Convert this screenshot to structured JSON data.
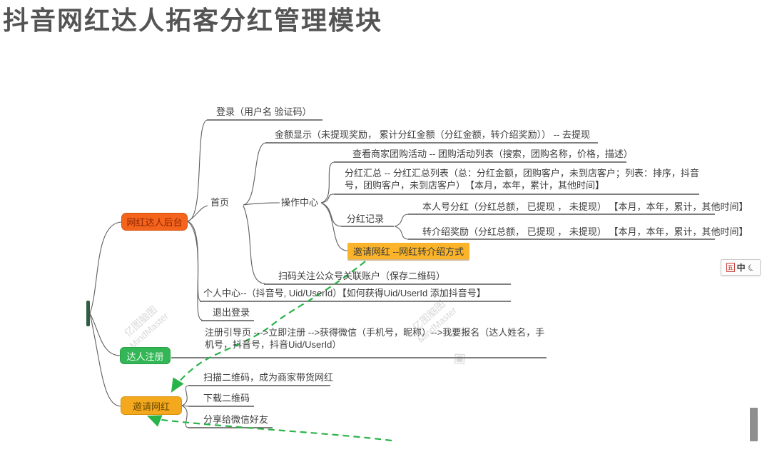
{
  "title": "抖音网红达人拓客分红管理模块",
  "watermark": {
    "cn": "亿图脑图",
    "en": "MindMaster",
    "logo": "◈"
  },
  "ime": {
    "layout_icon": "五",
    "lang": "中",
    "moon": "☾"
  },
  "colors": {
    "backstage_bg": "#F4641D",
    "register_bg": "#33B655",
    "invite_bg": "#F3A81D",
    "highlight_bg": "#FBB429",
    "branch_line": "#5f5f5f",
    "relation_arrow": "#29B449",
    "title_text": "#545454"
  },
  "nodes": {
    "backstage": "网红达人后台",
    "login": "登录（用户名 验证码）",
    "home": "首页",
    "amount": "金额显示（未提现奖励， 累计分红金额（分红金额，转介绍奖励）） -- 去提现",
    "ops_center": "操作中心",
    "group_buy": "查看商家团购活动 -- 团购活动列表（搜索，团购名称，价格，描述）",
    "summary": "分红汇总 -- 分红汇总列表（总：分红金额，团购客户，未到店客户；列表：排序，抖音号，团购客户，未到店客户）　【本月，本年，累计，其他时间】",
    "records": "分红记录",
    "self_dividend": "本人号分红（分红总额， 已提现 ， 未提现） 【本月，本年，累计，其他时间】",
    "referral_reward": "转介绍奖励（分红总额， 已提现 ， 未提现） 【本月，本年，累计，其他时间】",
    "invite_method": "邀请网红 --网红转介绍方式",
    "scan_follow": "扫码关注公众号关联账户（保存二维码）",
    "personal_center": "个人中心--（抖音号, Uid/UserId）【如何获得Uid/UserId 添加抖音号】",
    "logout": "退出登录",
    "register": "达人注册",
    "register_guide": "注册引导页 --->立即注册 -->获得微信（手机号，昵称）-->我要报名（达人姓名，手机号，抖音号，抖音Uid/UserId）",
    "invite": "邀请网红",
    "scan_qr": "扫描二维码，成为商家带货网红",
    "download_qr": "下载二维码",
    "share_wechat": "分享给微信好友"
  }
}
